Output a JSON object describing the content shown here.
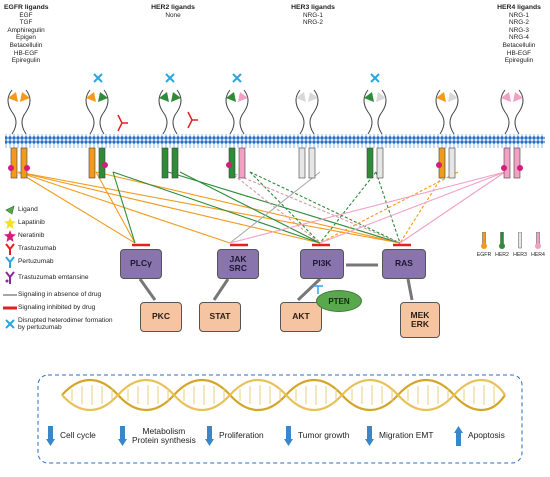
{
  "ligands": [
    {
      "title": "EGFR ligands",
      "items": [
        "EGF",
        "TGF",
        "Amphiregulin",
        "Epigen",
        "Betacellulin",
        "HB-EGF",
        "Epiregulin"
      ]
    },
    {
      "title": "HER2 ligands",
      "items": [
        "None"
      ]
    },
    {
      "title": "HER3 ligands",
      "items": [
        "NRG-1",
        "NRG-2"
      ]
    },
    {
      "title": "HER4 ligands",
      "items": [
        "NRG-1",
        "NRG-2",
        "NRG-3",
        "NRG-4",
        "Betacellulin",
        "HB-EGF",
        "Epiregulin"
      ]
    }
  ],
  "legend": {
    "ligand": "Ligand",
    "lapatinib": "Lapatinib",
    "neratinib": "Neratinib",
    "trastuzumab": "Trastuzumab",
    "pertuzumab": "Pertuzumab",
    "tdm1": "Trastuzumab emtansine",
    "signal_absent": "Signaling in absence of drug",
    "signal_inhibited": "Signaling inhibited by drug",
    "disrupted": "Disrupted heterodimer formation by pertuzumab"
  },
  "receptor_legend": [
    "EGFR",
    "HER2",
    "HER3",
    "HER4"
  ],
  "nodes": {
    "plcg": "PLCγ",
    "jak": "JAK",
    "src": "SRC",
    "pi3k": "PI3K",
    "ras": "RAS",
    "pkc": "PKC",
    "stat": "STAT",
    "akt": "AKT",
    "pten": "PTEN",
    "mek": "MEK",
    "erk": "ERK"
  },
  "outcomes": [
    {
      "direction": "down",
      "lines": [
        "Cell cycle"
      ]
    },
    {
      "direction": "down",
      "lines": [
        "Metabolism",
        "Protein synthesis"
      ]
    },
    {
      "direction": "down",
      "lines": [
        "Proliferation"
      ]
    },
    {
      "direction": "down",
      "lines": [
        "Tumor growth"
      ]
    },
    {
      "direction": "down",
      "lines": [
        "Migration EMT"
      ]
    },
    {
      "direction": "up",
      "lines": [
        "Apoptosis"
      ]
    }
  ],
  "colors": {
    "egfr": "#f39a1e",
    "her2": "#2e8b3a",
    "her3": "#d8d8d8",
    "her4": "#f2a0c4",
    "membrane": "#2a6fc4",
    "inhibit": "#e32020",
    "pertuzumab": "#2aa7e0",
    "purple": "#8a74ad",
    "peach": "#f5c5a2",
    "pten": "#5aa84e"
  }
}
